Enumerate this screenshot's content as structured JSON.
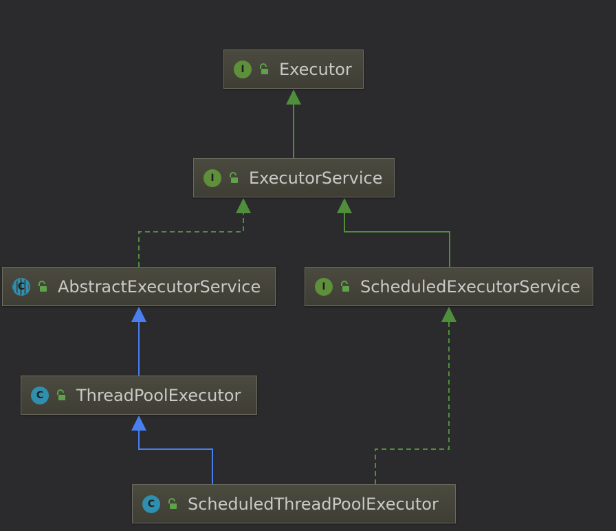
{
  "colors": {
    "background": "#2b2b2d",
    "interface_badge": "#5e8f3a",
    "class_badge": "#2f8fae",
    "extends_interface_edge": "#4f8f3c",
    "extends_class_edge": "#4a7ff0",
    "lock_icon": "#5ea34a"
  },
  "nodes": [
    {
      "id": "executor",
      "kind": "interface",
      "badge": "I",
      "lock_icon": "open-lock-icon",
      "name": "Executor"
    },
    {
      "id": "executor-service",
      "kind": "interface",
      "badge": "I",
      "lock_icon": "open-lock-icon",
      "name": "ExecutorService"
    },
    {
      "id": "abstract-executor-service",
      "kind": "abstract-class",
      "badge": "C",
      "lock_icon": "open-lock-icon",
      "name": "AbstractExecutorService"
    },
    {
      "id": "scheduled-executor-service",
      "kind": "interface",
      "badge": "I",
      "lock_icon": "open-lock-icon",
      "name": "ScheduledExecutorService"
    },
    {
      "id": "thread-pool-executor",
      "kind": "class",
      "badge": "C",
      "lock_icon": "open-lock-icon",
      "name": "ThreadPoolExecutor"
    },
    {
      "id": "scheduled-thread-pool-executor",
      "kind": "class",
      "badge": "C",
      "lock_icon": "open-lock-icon",
      "name": "ScheduledThreadPoolExecutor"
    }
  ],
  "edges": [
    {
      "from": "executor-service",
      "to": "executor",
      "relation": "extends",
      "style": "solid",
      "color": "green"
    },
    {
      "from": "abstract-executor-service",
      "to": "executor-service",
      "relation": "implements",
      "style": "dashed",
      "color": "green"
    },
    {
      "from": "scheduled-executor-service",
      "to": "executor-service",
      "relation": "extends",
      "style": "solid",
      "color": "green"
    },
    {
      "from": "thread-pool-executor",
      "to": "abstract-executor-service",
      "relation": "extends",
      "style": "solid",
      "color": "blue"
    },
    {
      "from": "scheduled-thread-pool-executor",
      "to": "thread-pool-executor",
      "relation": "extends",
      "style": "solid",
      "color": "blue"
    },
    {
      "from": "scheduled-thread-pool-executor",
      "to": "scheduled-executor-service",
      "relation": "implements",
      "style": "dashed",
      "color": "green"
    }
  ]
}
